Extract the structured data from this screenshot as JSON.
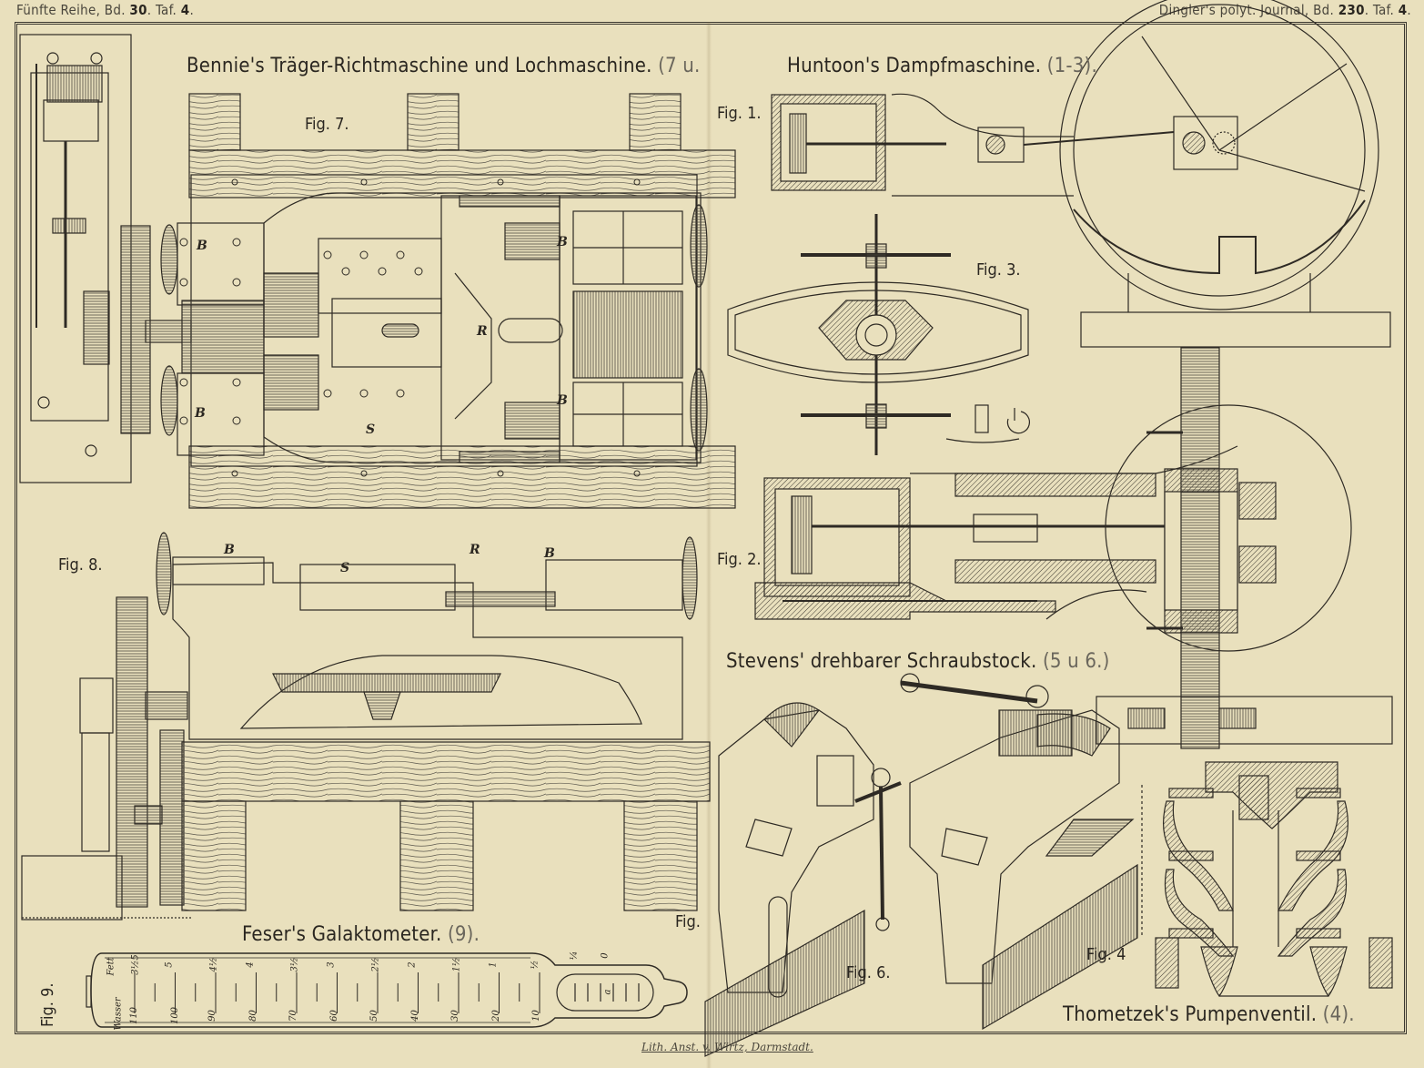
{
  "header": {
    "left": {
      "prefix": "Fünfte Reihe, Bd.",
      "volume": "30",
      "mid": ". Taf.",
      "plate": "4",
      "suffix": "."
    },
    "right": {
      "prefix": "Dingler's polyt. Journal, Bd.",
      "volume": "230",
      "mid": ". Taf.",
      "plate": "4",
      "suffix": "."
    }
  },
  "titles": {
    "bennie": {
      "text": "Bennie's Träger-Richtmaschine und Lochmaschine.",
      "figs": "(7 u."
    },
    "huntoon": {
      "text": "Huntoon's Dampfmaschine.",
      "figs": "(1-3)."
    },
    "stevens": {
      "text": "Stevens' drehbarer Schraubstock.",
      "figs": "(5 u 6.)"
    },
    "feser": {
      "text": "Feser's Galaktometer.",
      "figs": "(9)."
    },
    "thometzek": {
      "text": "Thometzek's Pumpenventil.",
      "figs": "(4)."
    }
  },
  "figure_labels": {
    "fig7": "Fig. 7.",
    "fig1": "Fig. 1.",
    "fig3": "Fig. 3.",
    "fig8": "Fig. 8.",
    "fig2": "Fig. 2.",
    "fig5": "Fig.",
    "fig6": "Fig. 6.",
    "fig4": "Fig. 4",
    "fig9": "Fig. 9."
  },
  "part_letters": {
    "b": "B",
    "r": "R",
    "s": "S"
  },
  "galaktometer": {
    "fett_label": "Fett",
    "wasser_label": "Wasser",
    "fett_scale": [
      "3½5",
      "5",
      "4½",
      "4",
      "3½",
      "3",
      "2½",
      "2",
      "1½",
      "1",
      "½",
      "¼",
      "0"
    ],
    "wasser_scale": [
      "110",
      "100",
      "90",
      "80",
      "70",
      "60",
      "50",
      "40",
      "30",
      "20",
      "10"
    ],
    "bulb_mark": "a"
  },
  "imprint": "Lith. Anst. v. Wirtz, Darmstadt."
}
